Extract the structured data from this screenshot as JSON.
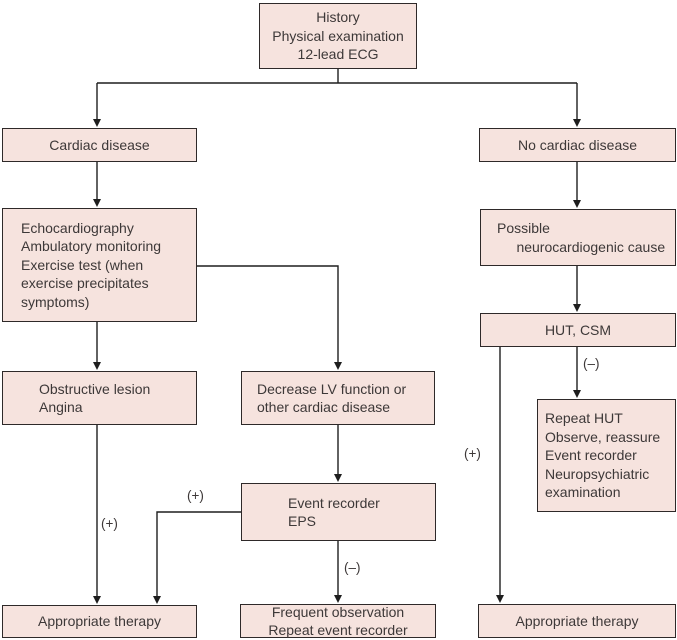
{
  "diagram": {
    "nodes": {
      "history": "History\nPhysical examination\n12-lead ECG",
      "cardiac_disease": "Cardiac disease",
      "no_cardiac_disease": "No cardiac disease",
      "cardiac_workup": "Echocardiography\nAmbulatory monitoring\nExercise test (when\nexercise precipitates\nsymptoms)",
      "possible_neurocardiogenic": "Possible\n     neurocardiogenic cause",
      "hut_csm": "HUT, CSM",
      "obstructive_lesion": "Obstructive lesion\nAngina",
      "decrease_lv": "Decrease LV function or\nother cardiac disease",
      "event_recorder_eps": "Event recorder\nEPS",
      "repeat_hut": "Repeat HUT\nObserve, reassure\nEvent recorder\nNeuropsychiatric\nexamination",
      "appropriate_therapy_left": "Appropriate therapy",
      "frequent_observation": "Frequent observation\nRepeat event recorder",
      "appropriate_therapy_right": "Appropriate therapy"
    },
    "edge_labels": {
      "obstructive_positive": "(+)",
      "event_recorder_positive": "(+)",
      "event_recorder_negative": "(–)",
      "hut_positive": "(+)",
      "hut_negative": "(–)"
    },
    "colors": {
      "box_fill": "#f6e3de",
      "box_border": "#2e2929",
      "line": "#1e1e1e",
      "text": "#3d3838"
    }
  }
}
